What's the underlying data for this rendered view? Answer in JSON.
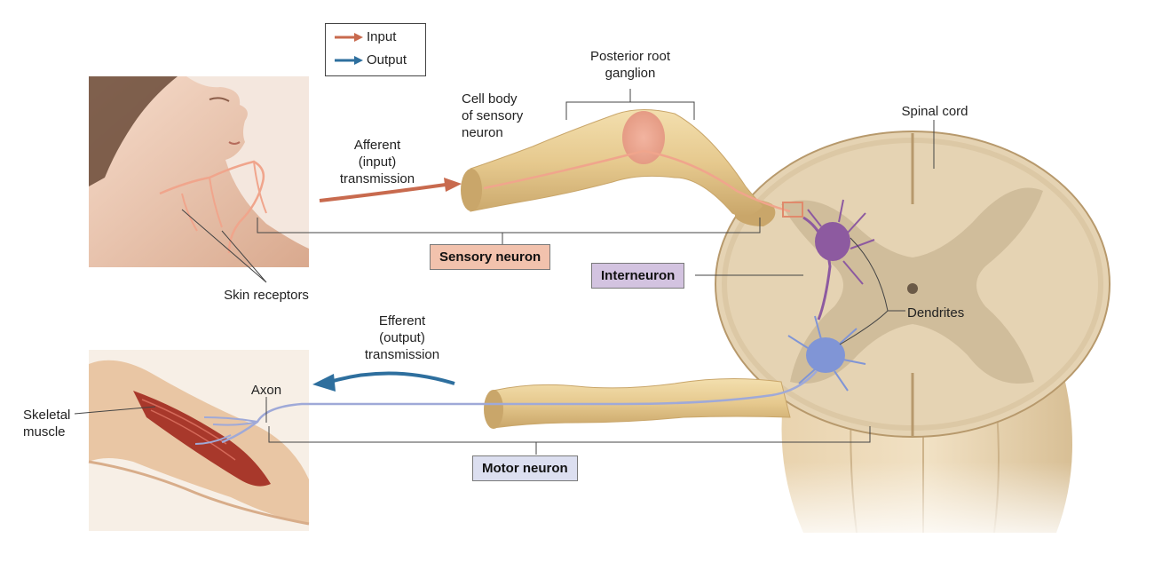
{
  "legend": {
    "input_label": "Input",
    "output_label": "Output",
    "input_color": "#c86a4e",
    "output_color": "#2e6f9e"
  },
  "labels": {
    "posterior_root_ganglion": "Posterior root\nganglion",
    "cell_body": "Cell body\nof sensory\nneuron",
    "spinal_cord": "Spinal cord",
    "afferent": "Afferent\n(input)\ntransmission",
    "skin_receptors": "Skin receptors",
    "dendrites": "Dendrites",
    "efferent": "Efferent\n(output)\ntransmission",
    "axon": "Axon",
    "skeletal_muscle": "Skeletal\nmuscle"
  },
  "boxes": {
    "sensory_neuron": "Sensory neuron",
    "interneuron": "Interneuron",
    "motor_neuron": "Motor neuron"
  },
  "colors": {
    "sensory_box": "#f2c2ad",
    "interneuron_box": "#d3c3e0",
    "motor_box": "#dcdff0",
    "nerve_tan": "#e9cf98",
    "cord_tan": "#e5d3b3",
    "gray_matter": "#cdb896",
    "sensory_nerve": "#f0a58c",
    "motor_nerve": "#9fa9d8",
    "interneuron_cell": "#8d5aa0",
    "motor_cell": "#8095d6"
  }
}
